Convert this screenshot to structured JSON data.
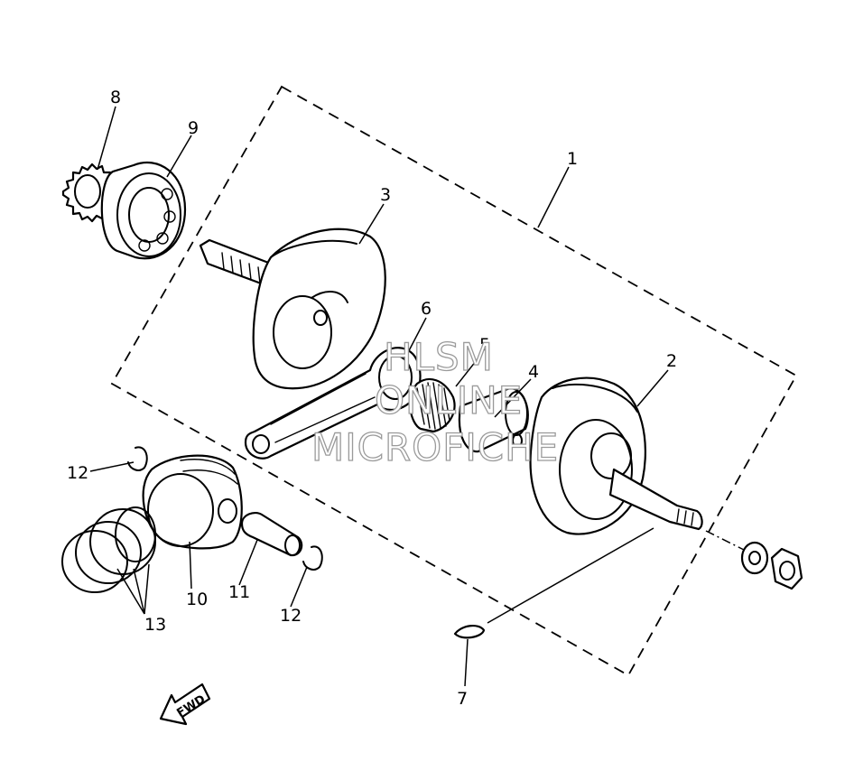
{
  "diagram": {
    "callouts": [
      "1",
      "2",
      "3",
      "4",
      "5",
      "6",
      "7",
      "8",
      "9",
      "10",
      "11",
      "12",
      "12",
      "13"
    ],
    "watermark": [
      "HLSM",
      "ONLINE",
      "MICROFICHE"
    ],
    "fwd_label": "FWD"
  }
}
